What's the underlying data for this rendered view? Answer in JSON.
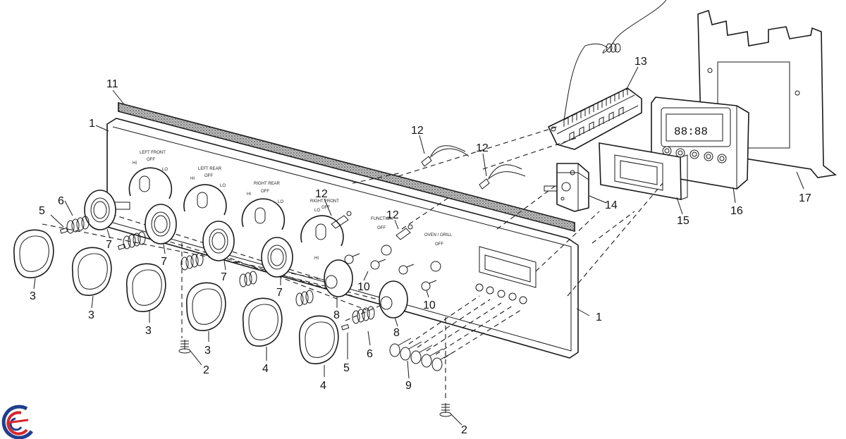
{
  "labels": {
    "left_front": "LEFT FRONT",
    "left_rear": "LEFT REAR",
    "right_rear": "RIGHT REAR",
    "right_front": "RIGHT FRONT",
    "function": "FUNCTION",
    "oven_grill": "OVEN / GRILL",
    "hi": "HI",
    "lo": "LO",
    "off": "OFF"
  },
  "callouts": {
    "c1": "1",
    "c2": "2",
    "c3": "3",
    "c4": "4",
    "c5": "5",
    "c6": "6",
    "c7": "7",
    "c8": "8",
    "c9": "9",
    "c10": "10",
    "c11": "11",
    "c12": "12",
    "c13": "13",
    "c14": "14",
    "c15": "15",
    "c16": "16",
    "c17": "17"
  },
  "clock_display": "88:88",
  "colors": {
    "line": "#1a1a1a",
    "logo_blue": "#1f3f8f",
    "logo_red": "#d6262b"
  }
}
